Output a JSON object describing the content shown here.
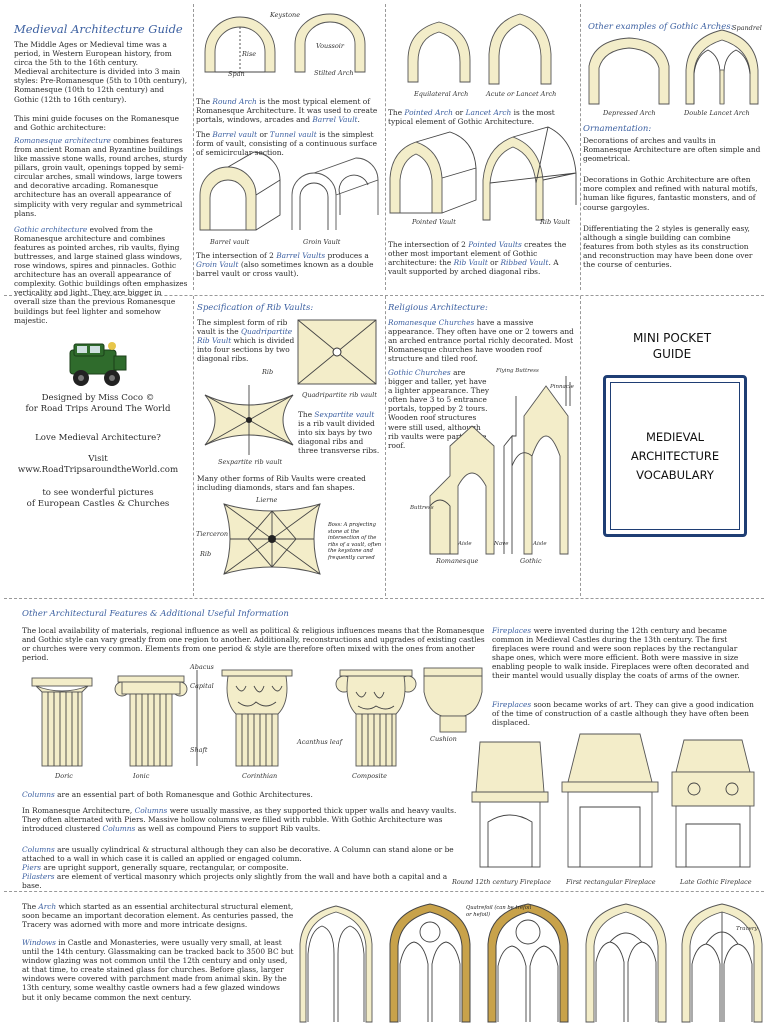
{
  "title": "Medieval Architecture Guide",
  "intro": [
    "The Middle Ages or Medieval time was a period, in Western European history, from circa the 5th to the 16th century.",
    "Medieval architecture is divided into 3 main styles: Pre-Romanesque (5th to 10th century), Romanesque (10th to 12th century) and Gothic (12th to 16th century).",
    "This mini guide focuses on the Romanesque and Gothic architecture:"
  ],
  "romanesque_term": "Romanesque architecture",
  "romanesque_text": "combines features from ancient Roman and Byzantine buildings like massive stone walls, round arches, sturdy pillars, groin vault, openings topped by semi-circular arches, small windows, large towers and decorative arcading. Romanesque architecture has an overall appearance of simplicity with very regular and symmetrical plans.",
  "gothic_term": "Gothic architecture",
  "gothic_text": "evolved from the Romanesque architecture and combines features as pointed arches, rib vaults, flying buttresses, and large stained glass windows, rose windows, spires and pinnacles. Gothic architecture has an overall appearance of complexity. Gothic buildings often emphasizes verticality and light. They are bigger in overall size than the previous Romanesque buildings but feel lighter and somehow majestic.",
  "arch_labels": {
    "keystone": "Keystone",
    "rise": "Rise",
    "voussoir": "Voussoir",
    "span": "Span",
    "stilted": "Stilted Arch",
    "equilateral": "Equilateral Arch",
    "lancet": "Acute or Lancet Arch",
    "depressed": "Depressed Arch",
    "double_lancet": "Double Lancet Arch",
    "spandrel": "Spandrel"
  },
  "round_arch_text": [
    "The ",
    "Round Arch",
    " is the most typical element of Romanesque Architecture. It was used to create portals, windows, arcades and ",
    "Barrel Vault",
    "."
  ],
  "barrel_text": [
    "The ",
    "Barrel vault",
    " or ",
    "Tunnel vault",
    " is the simplest form of vault, consisting of a continuous surface of semicircular section."
  ],
  "vault_labels": {
    "barrel": "Barrel vault",
    "groin": "Groin Vault",
    "pointed": "Pointed Vault",
    "rib": "Rib Vault"
  },
  "groin_text": [
    "The intersection of 2 ",
    "Barrel Vaults",
    " produces a ",
    "Groin Vault",
    " (also sometimes known as a double barrel vault or cross vault)."
  ],
  "pointed_arch_text": [
    "The ",
    "Pointed Arch",
    " or ",
    "Lancet Arch",
    " is the most typical element of Gothic Architecture."
  ],
  "rib_vault_text": [
    "The intersection of 2 ",
    "Pointed Vaults",
    " creates the other most important element of Gothic architecture: the ",
    "Rib Vault",
    " or ",
    "Ribbed Vault",
    ". A vault supported by arched diagonal ribs."
  ],
  "other_gothic_heading": "Other examples of Gothic Arches:",
  "ornament_heading": "Ornamentation:",
  "ornament_text": [
    "Decorations of arches and vaults in Romanesque Architecture are often simple and geometrical.",
    "Decorations in Gothic Architecture are often more complex and refined with natural motifs, human like figures, fantastic monsters, and of course gargoyles.",
    "Differentiating the 2 styles is generally easy, although a single building can combine features from both styles as its construction and reconstruction may have been done over the course of centuries."
  ],
  "designed_by": "Designed by Miss Coco ©",
  "for_road": "for Road Trips Around The World",
  "love": "Love Medieval Architecture?",
  "visit": "Visit",
  "url": "www.RoadTripsaroundtheWorld.com",
  "wonderful": "to see wonderful pictures",
  "european": "of European Castles & Churches",
  "rib_spec_heading": "Specification of Rib Vaults:",
  "quad_text": [
    "The simplest form of rib vault is the ",
    "Quadripartite Rib Vault",
    " which is divided into four sections by two diagonal ribs."
  ],
  "rib_labels": {
    "rib": "Rib",
    "quad": "Quadripartite rib vault",
    "sex": "Sexpartite rib vault",
    "lierne": "Lierne",
    "tierceron": "Tierceron",
    "boss": "Boss: A projecting stone at the intersection of the ribs of a vault, often the keystone and frequently carved"
  },
  "sex_text": [
    "The ",
    "Sexpartite vault",
    " is a rib vault divided into six bays by two diagonal ribs and three transverse ribs."
  ],
  "many_forms": "Many other forms of Rib Vaults were created including diamonds, stars and fan shapes.",
  "religious_heading": "Religious Architecture:",
  "rom_churches": [
    "Romanesque Churches",
    " have a massive appearance. They often have one or 2 towers and an arched entrance portal richly decorated. Most Romanesque churches have wooden roof structure and tiled roof."
  ],
  "gothic_churches": [
    "Gothic Churches",
    " are bigger and taller, yet have a lighter appearance. They often have 3 to 5 entrance portals, topped by 2 tours. Wooden roof structures were still used, although rib vaults were part of the roof."
  ],
  "church_labels": {
    "flying": "Flying Buttress",
    "pinnacle": "Pinnacle",
    "buttress": "Buttress",
    "aisle1": "Aisle",
    "nave": "Nave",
    "aisle2": "Aisle",
    "romanesque": "Romanesque",
    "gothic": "Gothic"
  },
  "mini1": "MINI POCKET",
  "mini2": "GUIDE",
  "guide1": "MEDIEVAL",
  "guide2": "ARCHITECTURE",
  "guide3": "VOCABULARY",
  "other_heading": "Other Architectural Features & Additional Useful Information",
  "other_text": "The local availability of materials, regional influence as well as political & religious influences means that the Romanesque and Gothic style can vary greatly from one region to another. Additionally, reconstructions and upgrades of existing castles or churches were very common. Elements from one period & style are therefore often mixed with the ones from another period.",
  "column_labels": {
    "abacus": "Abacus",
    "capital": "Capital",
    "shaft": "Shaft",
    "acanthus": "Acanthus leaf",
    "cushion": "Cushion",
    "doric": "Doric",
    "ionic": "Ionic",
    "corinthian": "Corinthian",
    "composite": "Composite"
  },
  "columns_text": [
    "Columns",
    " are an essential part of both Romanesque and Gothic Architectures."
  ],
  "columns_text2": [
    "In Romanesque Architecture, ",
    "Columns",
    " were usually massive, as they supported thick upper walls and heavy vaults. They often alternated with Piers. Massive hollow columns were filled with rubble. With Gothic Architecture was introduced clustered ",
    "Columns",
    " as well as compound Piers to support Rib vaults."
  ],
  "col_def": [
    "Columns",
    " are usually cylindrical & structural although they can also be decorative. A Column can stand alone or be attached to a wall in which case it is called an applied or engaged column."
  ],
  "pier_def": [
    "Piers",
    " are upright support, generally square, rectangular, or composite."
  ],
  "pilaster_def": [
    "Pilasters",
    " are element of vertical masonry which projects only slightly from the wall and have both a capital and a base."
  ],
  "fireplace_text": [
    "Fireplaces",
    " were invented during the 12th century and became common in Medieval Castles during the 13th century. The first fireplaces were round and were soon replaces by the rectangular shape ones, which were more efficient. Both were massive in size enabling people to walk inside. Fireplaces were often decorated and their mantel would usually display the coats of arms of the owner."
  ],
  "fireplace_text2": [
    "Fireplaces",
    " soon became works of art. They can give a good indication of the time of construction of a castle although they have often been displaced."
  ],
  "fireplace_labels": {
    "round": "Round 12th century Fireplace",
    "rect": "First rectangular Fireplace",
    "late": "Late Gothic Fireplace"
  },
  "arch_text": [
    "The ",
    "Arch",
    " which started as an essential architectural structural element, soon became an important decoration element. As centuries passed, the Tracery was adorned with more and more intricate designs."
  ],
  "windows_text": [
    "Windows",
    " in Castle and Monasteries, were usually very small, at least until the 14th century. Glassmaking can be tracked back to 3500 BC but window glazing was not common until the 12th century and only used, at that time, to create stained glass for churches. Before glass, larger windows were covered with parchment made from animal skin. By the 13th century, some wealthy castle owners had a few glazed windows but it only became common the next century."
  ],
  "window_labels": {
    "quatrefoil": "Quatrefoil (can be trefoil or hefoil)",
    "tracery": "Tracery"
  },
  "colors": {
    "accent": "#3b5fa0",
    "stone": "#f3edc9",
    "navy": "#1f3e74",
    "jeep": "#2f6b2c"
  },
  "icons": [
    "jeep-icon",
    "arch-diagram",
    "vault-diagram",
    "column-diagram",
    "fireplace-diagram",
    "window-diagram"
  ]
}
